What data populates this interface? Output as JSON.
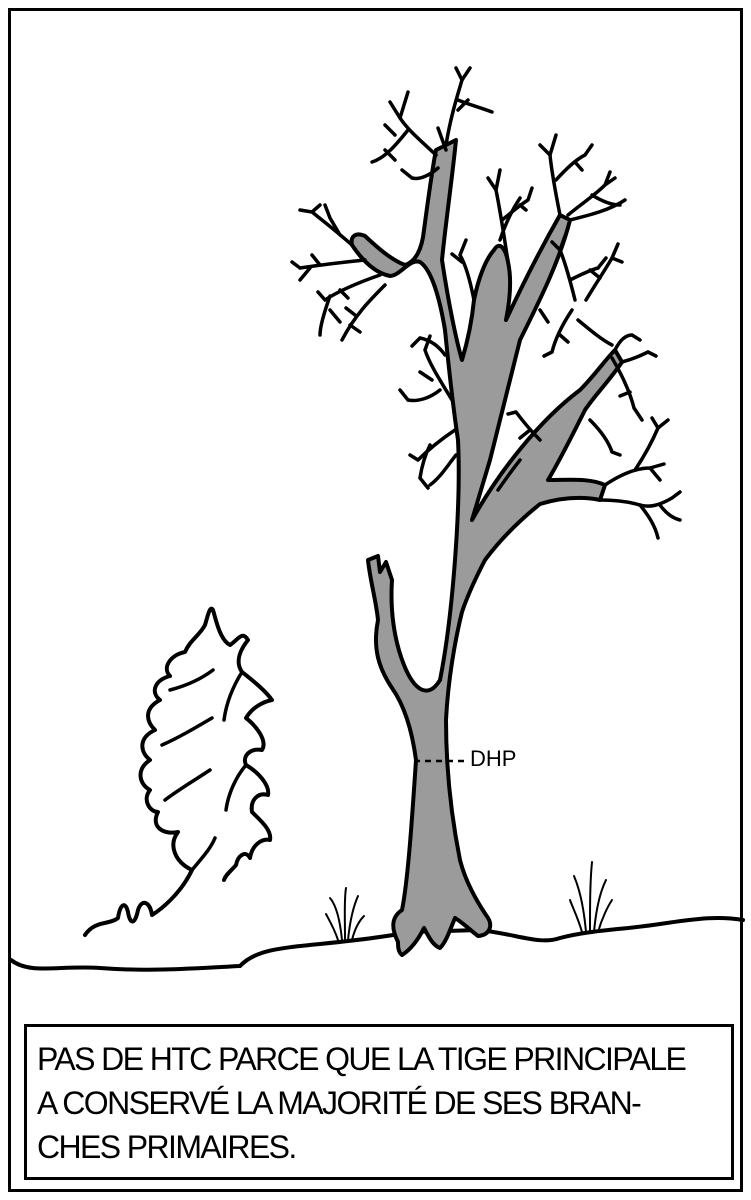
{
  "diagram": {
    "measure_label": "DHP",
    "caption_lines": [
      "PAS DE HTC PARCE QUE LA TIGE PRINCIPALE",
      "A CONSERVÉ LA MAJORITÉ DE SES BRAN-",
      "CHES PRIMAIRES."
    ],
    "colors": {
      "outline": "#000000",
      "trunk_fill": "#9b9b9b",
      "background": "#ffffff"
    }
  }
}
